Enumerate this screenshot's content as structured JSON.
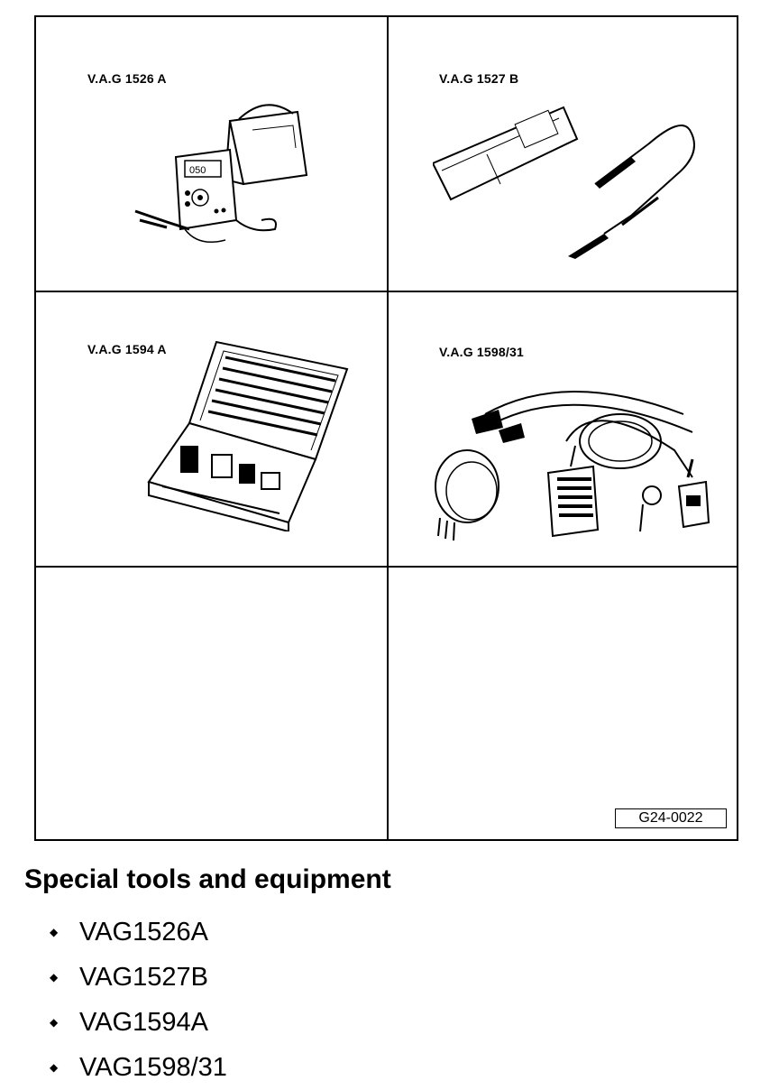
{
  "figure": {
    "panels": [
      {
        "label": "V.A.G 1526 A",
        "illustration": "multimeter-with-case-illustration"
      },
      {
        "label": "V.A.G 1527 B",
        "illustration": "voltage-tester-probes-illustration"
      },
      {
        "label": "V.A.G 1594 A",
        "illustration": "adapter-cable-set-case-illustration"
      },
      {
        "label": "V.A.G 1598/31",
        "illustration": "test-box-adapter-cables-illustration"
      }
    ],
    "code": "G24-0022"
  },
  "heading": "Special tools and equipment",
  "items": [
    "VAG1526A",
    "VAG1527B",
    "VAG1594A",
    "VAG1598/31"
  ],
  "bullet_glyph": "◆"
}
